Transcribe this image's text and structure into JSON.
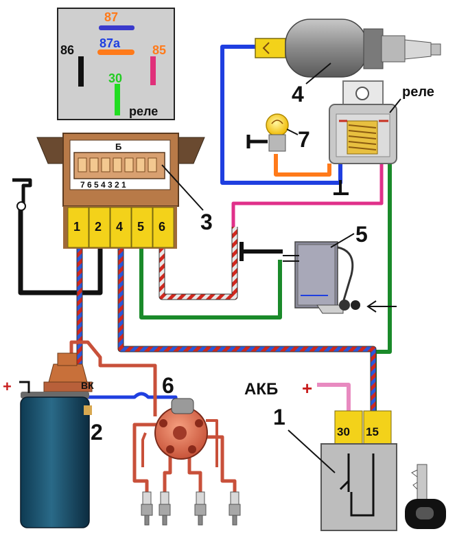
{
  "relay_pinout": {
    "pin_87": "87",
    "pin_87a": "87a",
    "pin_86": "86",
    "pin_85": "85",
    "pin_30": "30",
    "caption": "реле"
  },
  "connector": {
    "top_letter": "Б",
    "top_pins": "7 6 5 4 3 2 1",
    "pins": [
      "1",
      "2",
      "4",
      "5",
      "6"
    ],
    "callout": "3"
  },
  "starter": {
    "callout": "4"
  },
  "relay": {
    "caption": "реле"
  },
  "lamp": {
    "callout": "7"
  },
  "switch": {
    "callout": "5"
  },
  "coil": {
    "callout": "2",
    "plus": "+",
    "terminal": "ВК"
  },
  "distributor": {
    "callout": "6"
  },
  "ignition": {
    "callout": "1",
    "battery": "АКБ",
    "plus": "+",
    "term_30": "30",
    "term_15": "15"
  },
  "colors": {
    "blue": "#1f3fe0",
    "orange": "#ff7a1a",
    "green": "#1a8a2a",
    "pink": "#e0308a",
    "red": "#c8201a",
    "connector_brown": "#b87a48",
    "terminal_yellow": "#f3d21a",
    "inset_gray": "#cfcfcf"
  }
}
